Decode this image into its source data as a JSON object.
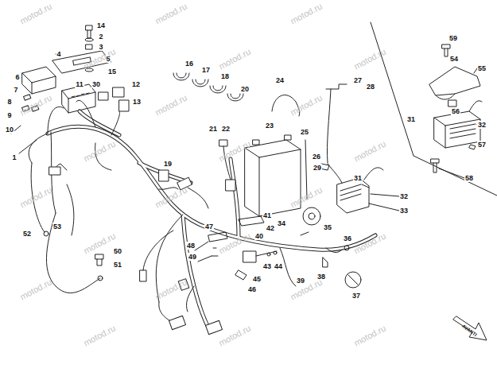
{
  "diagram": {
    "labels": [
      "1",
      "2",
      "3",
      "4",
      "5",
      "6",
      "7",
      "8",
      "9",
      "10",
      "11",
      "12",
      "13",
      "14",
      "15",
      "16",
      "17",
      "18",
      "19",
      "20",
      "21",
      "22",
      "23",
      "24",
      "25",
      "26",
      "27",
      "28",
      "29",
      "30",
      "31",
      "32",
      "33",
      "34",
      "35",
      "36",
      "37",
      "38",
      "39",
      "40",
      "41",
      "42",
      "43",
      "44",
      "45",
      "46",
      "47",
      "48",
      "49",
      "50",
      "51",
      "52",
      "53",
      "54",
      "55",
      "56",
      "31",
      "32",
      "57",
      "58",
      "59",
      "AVANTI",
      "motod.ru",
      "motod.ru",
      "motod.ru",
      "motod.ru",
      "motod.ru",
      "motod.ru",
      "motod.ru",
      "motod.ru",
      "motod.ru",
      "motod.ru",
      "motod.ru",
      "motod.ru",
      "motod.ru",
      "motod.ru",
      "motod.ru",
      "motod.ru",
      "motod.ru",
      "motod.ru",
      "motod.ru",
      "motod.ru",
      "motod.ru",
      "motod.ru",
      "motod.ru",
      "motod.ru"
    ]
  }
}
